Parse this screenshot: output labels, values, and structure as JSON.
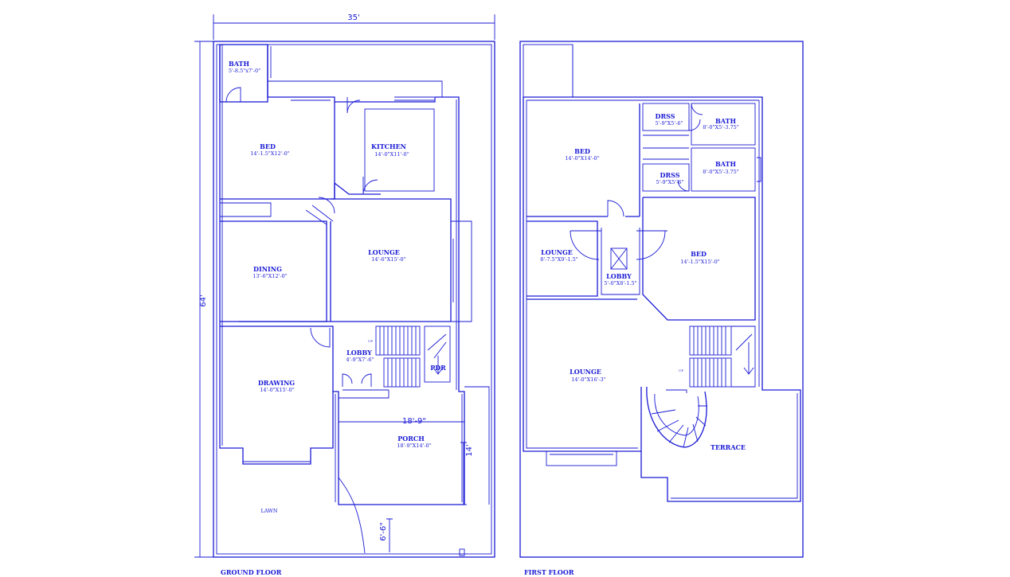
{
  "captions": {
    "ground": "GROUND FLOOR",
    "first": "FIRST FLOOR"
  },
  "dimensions": {
    "overall_width": "35'",
    "overall_depth": "64'",
    "porch_width": "18'-9\"",
    "porch_depth": "14'",
    "gate": "6'-6\""
  },
  "ground_floor": {
    "bath": {
      "name": "BATH",
      "size": "5'-8.5\"x7'-0\""
    },
    "bed": {
      "name": "BED",
      "size": "14'-1.5\"X12'-0\""
    },
    "kitchen": {
      "name": "KITCHEN",
      "size": "14'-0\"X11'-0\""
    },
    "dining": {
      "name": "DINING",
      "size": "13'-6\"X12'-0\""
    },
    "lounge": {
      "name": "LOUNGE",
      "size": "14'-6\"X15'-0\""
    },
    "lobby": {
      "name": "LOBBY",
      "size": "4'-9\"X7'-6\""
    },
    "pdr": {
      "name": "PDR"
    },
    "drawing": {
      "name": "DRAWING",
      "size": "14'-0\"X15'-0\""
    },
    "porch": {
      "name": "PORCH",
      "size": "18'-9\"X14'-0\""
    },
    "lawn": {
      "name": "LAWN"
    },
    "up_marker": "UP"
  },
  "first_floor": {
    "dress_top": {
      "name": "DRSS",
      "size": "5'-9\"X5'-6\""
    },
    "bath_top": {
      "name": "BATH",
      "size": "8'-0\"X5'-3.75\""
    },
    "dress_bottom": {
      "name": "DRSS",
      "size": "5'-9\"X5'-6\""
    },
    "bath_bottom": {
      "name": "BATH",
      "size": "8'-0\"X5'-3.75\""
    },
    "bed_left": {
      "name": "BED",
      "size": "14'-0\"X14'-0\""
    },
    "lounge_small": {
      "name": "LOUNGE",
      "size": "8'-7.5\"X9'-1.5\""
    },
    "lobby": {
      "name": "LOBBY",
      "size": "5'-0\"X8'-1.5\""
    },
    "bed_right": {
      "name": "BED",
      "size": "14'-1.5\"X15'-0\""
    },
    "lounge": {
      "name": "LOUNGE",
      "size": "14'-0\"X16'-3\""
    },
    "terrace": {
      "name": "TERRACE"
    },
    "up_marker": "UP"
  }
}
